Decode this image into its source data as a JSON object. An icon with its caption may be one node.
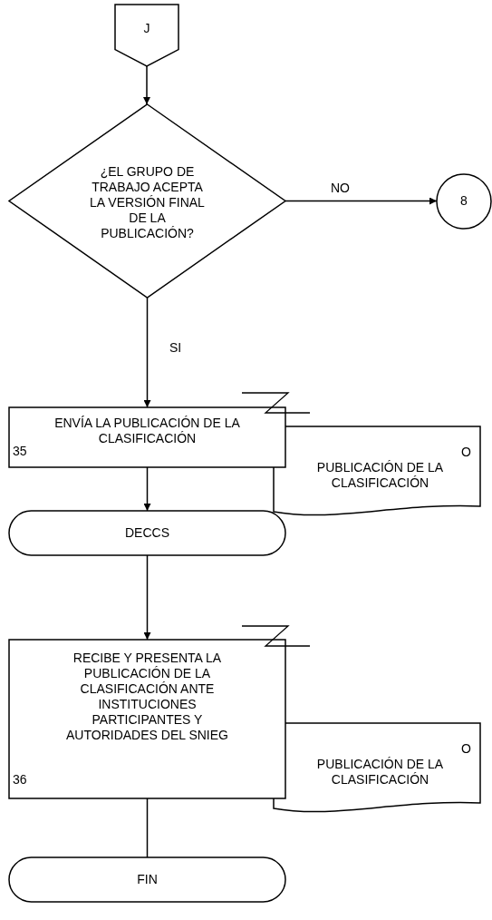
{
  "diagram": {
    "nodes": [
      {
        "text": [
          "J"
        ]
      },
      {
        "text": [
          "¿EL GRUPO DE TRABAJO ACEPTA LA VERSIÓN FINAL DE LA PUBLICACIÓN?"
        ]
      },
      {
        "text": [
          "8"
        ]
      },
      {
        "text": [
          "ENVÍA LA PUBLICACIÓN DE LA CLASIFICACIÓN",
          "35"
        ]
      },
      {
        "text": [
          "O",
          "PUBLICACIÓN DE LA CLASIFICACIÓN"
        ]
      },
      {
        "text": [
          "DECCS"
        ]
      },
      {
        "text": [
          "RECIBE Y PRESENTA LA PUBLICACIÓN DE LA CLASIFICACIÓN ANTE INSTITUCIONES PARTICIPANTES Y AUTORIDADES DEL SNIEG",
          "36"
        ]
      },
      {
        "text": [
          "O",
          "PUBLICACIÓN DE LA CLASIFICACIÓN"
        ]
      },
      {
        "text": [
          "FIN"
        ]
      }
    ],
    "edges": [
      {
        "from": 0,
        "to": 1,
        "arrow": "to"
      },
      {
        "from": 1,
        "to": 2,
        "arrow": "to",
        "label": "NO"
      },
      {
        "from": 1,
        "to": 3,
        "arrow": "to",
        "label": "SI"
      },
      {
        "from": 3,
        "to": 5,
        "arrow": "to"
      },
      {
        "from": 5,
        "to": 6,
        "arrow": "to"
      },
      {
        "from": 6,
        "to": 8,
        "arrow": "none"
      }
    ]
  }
}
